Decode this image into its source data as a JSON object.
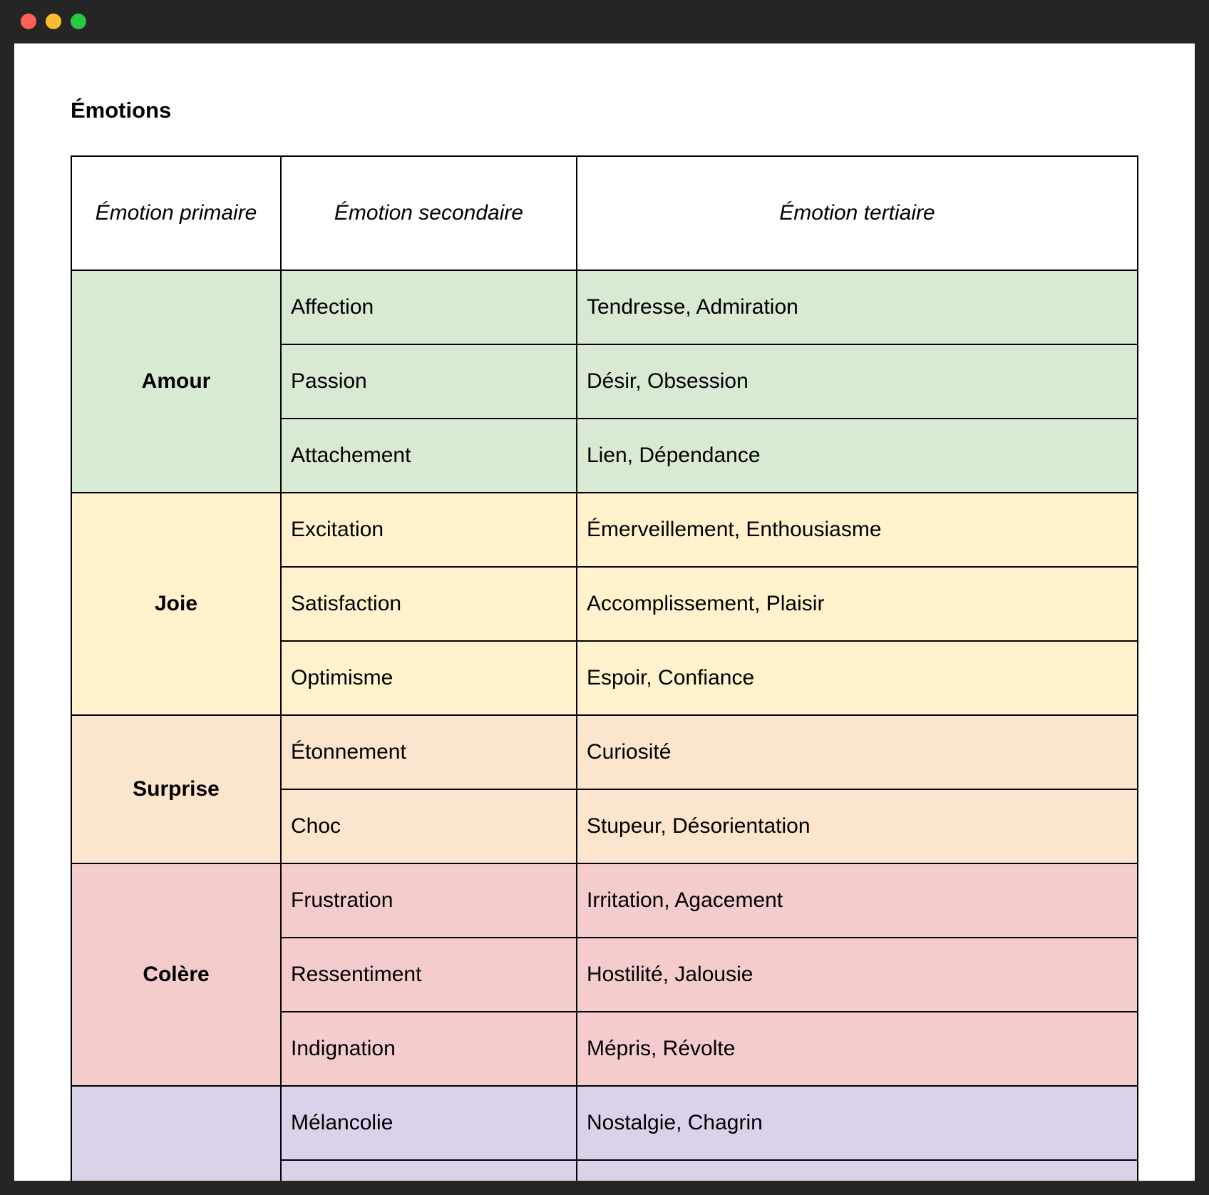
{
  "document": {
    "title": "Émotions"
  },
  "table": {
    "headers": [
      "Émotion primaire",
      "Émotion secondaire",
      "Émotion tertiaire"
    ],
    "groups": [
      {
        "primary": "Amour",
        "color": "#d9ead3",
        "rows": [
          {
            "secondary": "Affection",
            "tertiary": "Tendresse, Admiration"
          },
          {
            "secondary": "Passion",
            "tertiary": "Désir, Obsession"
          },
          {
            "secondary": "Attachement",
            "tertiary": "Lien, Dépendance"
          }
        ]
      },
      {
        "primary": "Joie",
        "color": "#fff2cc",
        "rows": [
          {
            "secondary": "Excitation",
            "tertiary": "Émerveillement, Enthousiasme"
          },
          {
            "secondary": "Satisfaction",
            "tertiary": "Accomplissement, Plaisir"
          },
          {
            "secondary": "Optimisme",
            "tertiary": "Espoir, Confiance"
          }
        ]
      },
      {
        "primary": "Surprise",
        "color": "#fce5cd",
        "rows": [
          {
            "secondary": "Étonnement",
            "tertiary": "Curiosité"
          },
          {
            "secondary": "Choc",
            "tertiary": "Stupeur, Désorientation"
          }
        ]
      },
      {
        "primary": "Colère",
        "color": "#f4cccc",
        "rows": [
          {
            "secondary": "Frustration",
            "tertiary": "Irritation, Agacement"
          },
          {
            "secondary": "Ressentiment",
            "tertiary": "Hostilité, Jalousie"
          },
          {
            "secondary": "Indignation",
            "tertiary": "Mépris, Révolte"
          }
        ]
      },
      {
        "primary": "",
        "color": "#d9d2e9",
        "rows": [
          {
            "secondary": "Mélancolie",
            "tertiary": "Nostalgie, Chagrin"
          },
          {
            "secondary": "",
            "tertiary": ""
          }
        ]
      }
    ]
  }
}
